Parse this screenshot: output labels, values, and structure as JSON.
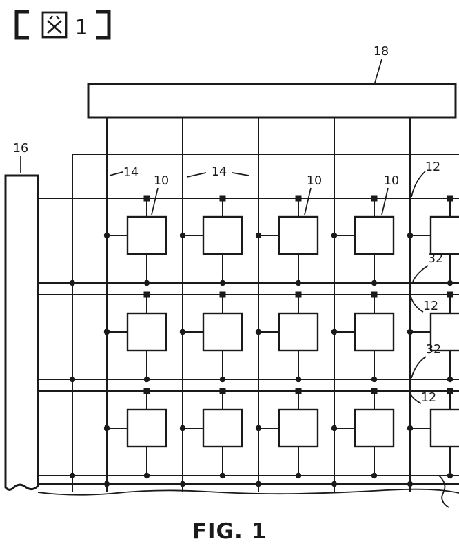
{
  "figure_header": {
    "label": "【 図 1 】",
    "number": "1"
  },
  "caption": "FIG. 1",
  "reference_numerals": {
    "top_bus": "18",
    "left_bus": "16",
    "column_line_labels": [
      "14",
      "14"
    ],
    "cell_labels": [
      "10",
      "10",
      "10"
    ],
    "row_line_labels": [
      "12",
      "12",
      "12"
    ],
    "plate_line_labels": [
      "32",
      "32"
    ]
  },
  "colors": {
    "ink": "#1a1a1a",
    "paper": "#ffffff"
  }
}
